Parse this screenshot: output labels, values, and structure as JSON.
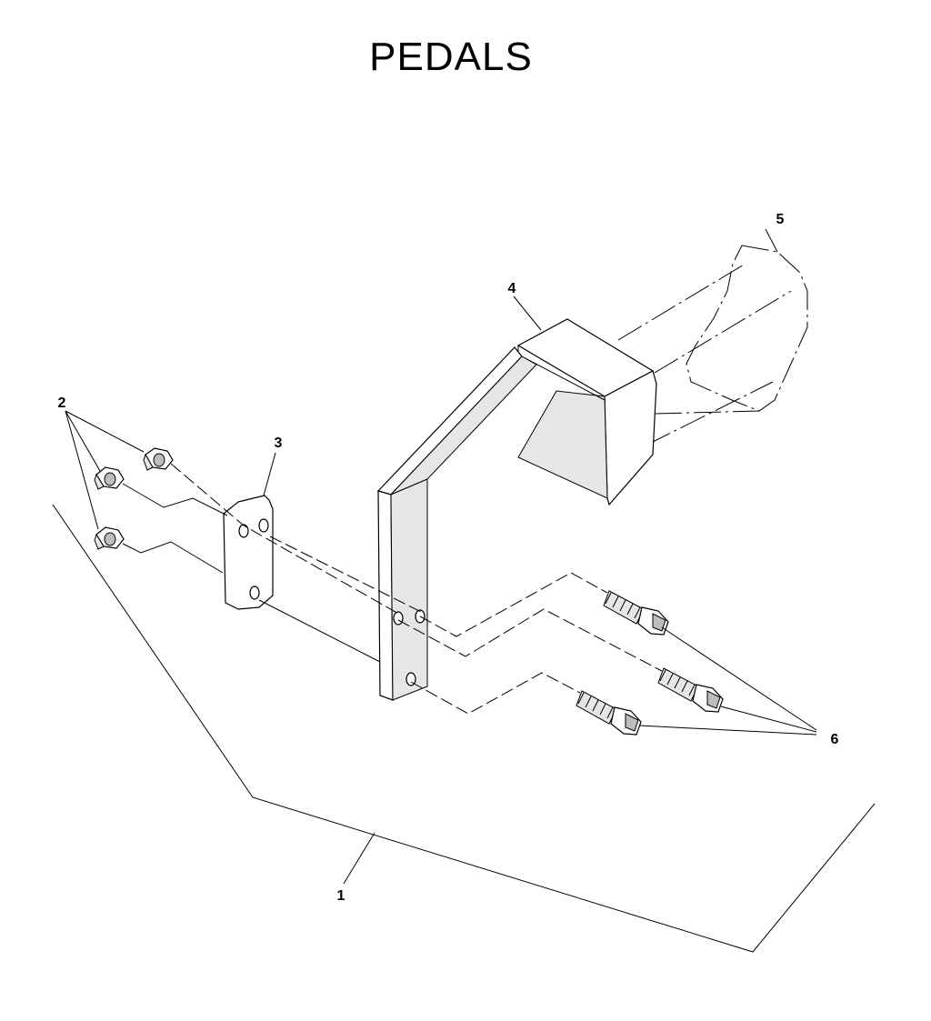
{
  "title": "PEDALS",
  "callouts": {
    "c1": "1",
    "c2": "2",
    "c3": "3",
    "c4": "4",
    "c5": "5",
    "c6": "6"
  }
}
